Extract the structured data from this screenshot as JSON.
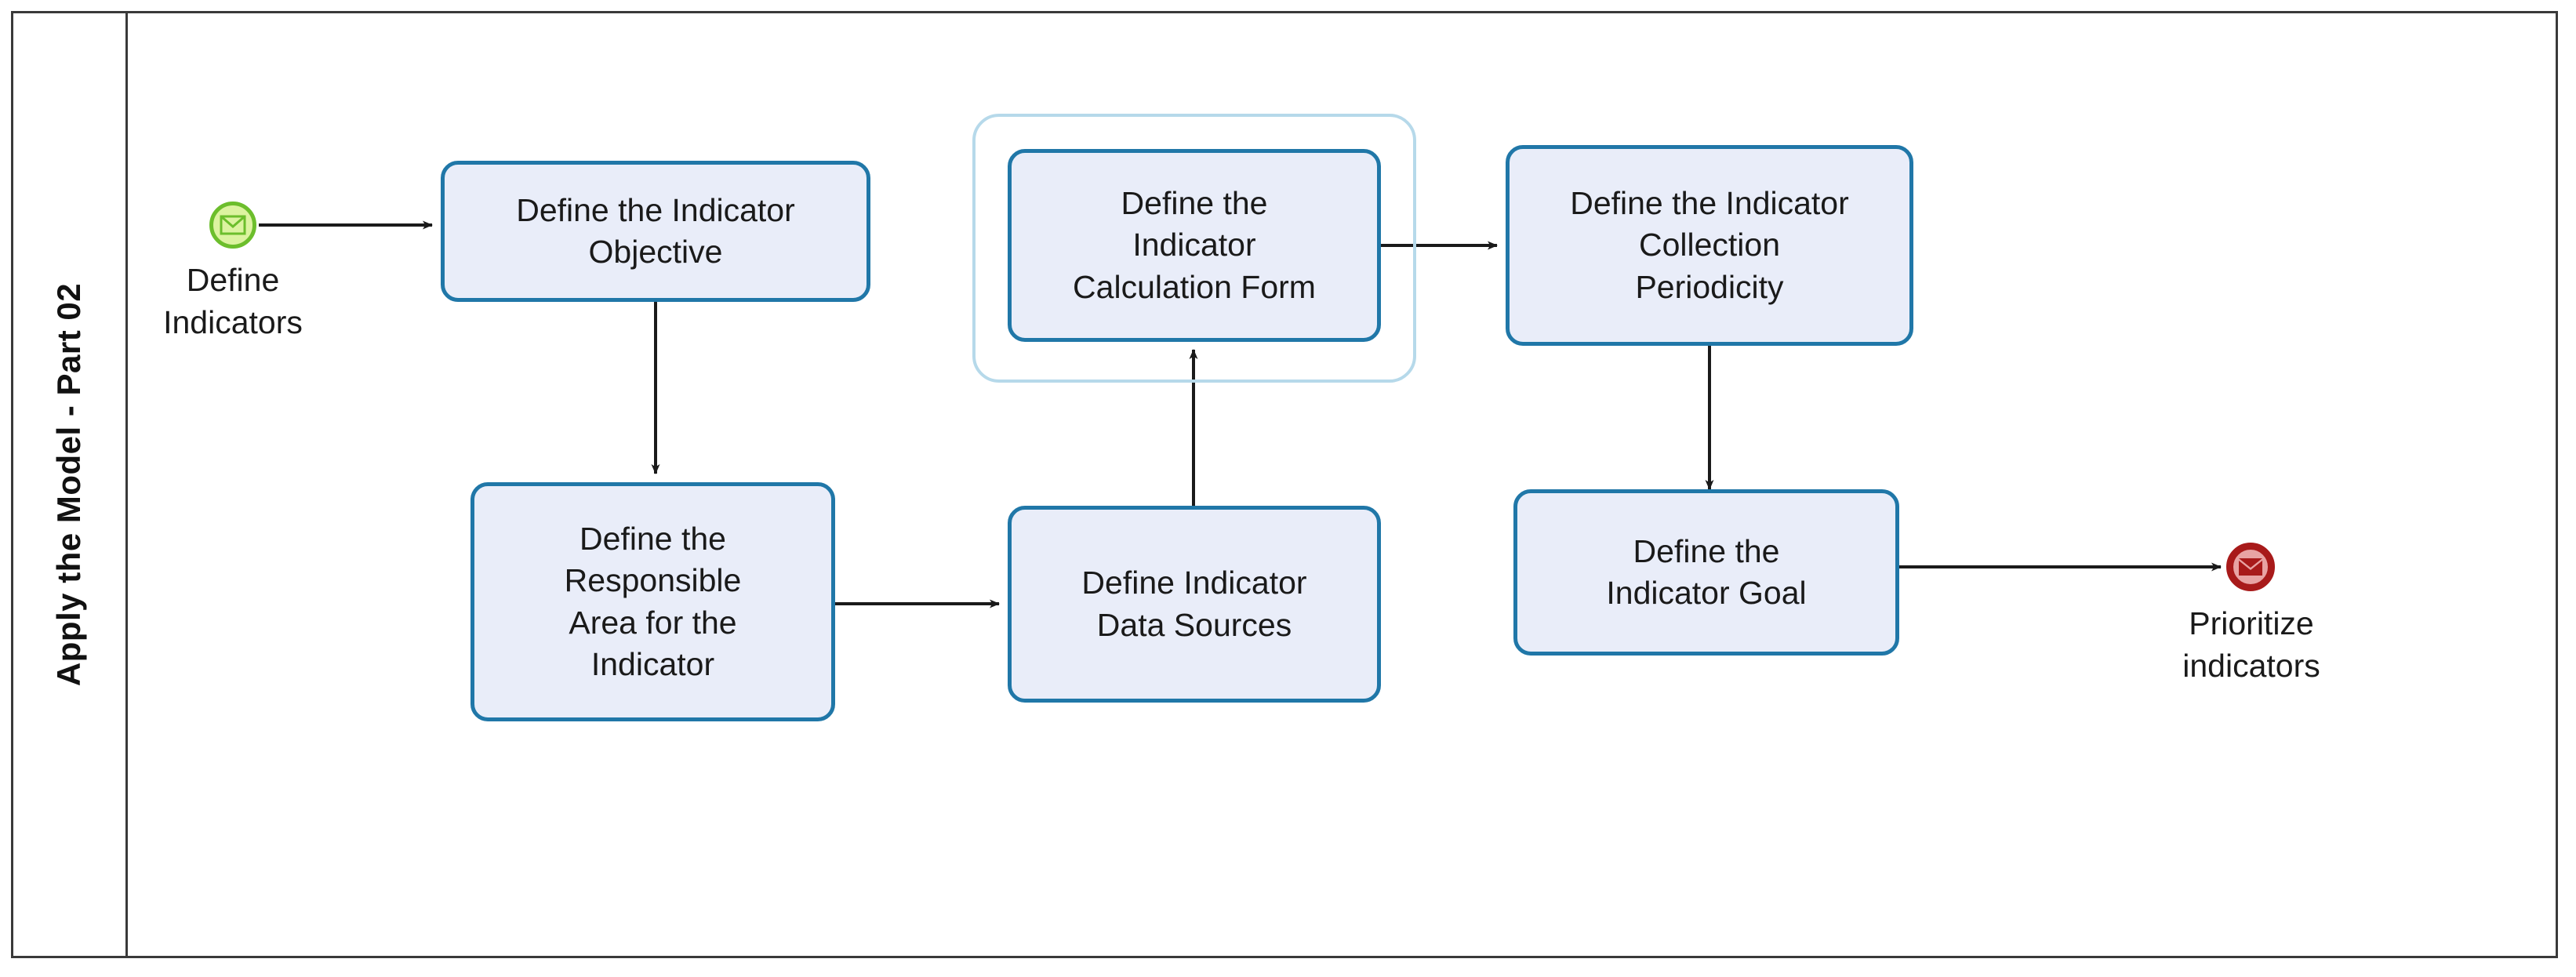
{
  "diagram": {
    "type": "bpmn-process-diagram",
    "lane": {
      "label": "Apply the Model - Part 02"
    },
    "colors": {
      "task_fill": "#E9EDF9",
      "task_border": "#2077A8",
      "selection_halo": "#B6D9EA",
      "start_event_border": "#6CBE2C",
      "start_event_fill": "#DCF3A0",
      "end_event_border": "#A81A1A",
      "end_event_fill": "#E8A3A3",
      "connector": "#3a3a3a",
      "frame": "#3a3a3a"
    },
    "events": [
      {
        "id": "start-define-indicators",
        "kind": "start-message-event",
        "icon": "envelope-icon",
        "caption": "Define\nIndicators"
      },
      {
        "id": "end-prioritize-indicators",
        "kind": "end-message-event",
        "icon": "envelope-icon",
        "caption": "Prioritize\nindicators"
      }
    ],
    "tasks": [
      {
        "id": "define-indicator-objective",
        "label": "Define the Indicator\nObjective",
        "selected": false
      },
      {
        "id": "define-responsible-area",
        "label": "Define the\nResponsible\nArea for the\nIndicator",
        "selected": false
      },
      {
        "id": "define-indicator-calculation-form",
        "label": "Define the\nIndicator\nCalculation Form",
        "selected": true
      },
      {
        "id": "define-indicator-data-sources",
        "label": "Define Indicator\nData Sources",
        "selected": false
      },
      {
        "id": "define-indicator-collection-periodicity",
        "label": "Define the Indicator\nCollection\nPeriodicity",
        "selected": false
      },
      {
        "id": "define-indicator-goal",
        "label": "Define the\nIndicator Goal",
        "selected": false
      }
    ],
    "flows": [
      {
        "from": "start-define-indicators",
        "to": "define-indicator-objective"
      },
      {
        "from": "define-indicator-objective",
        "to": "define-responsible-area"
      },
      {
        "from": "define-responsible-area",
        "to": "define-indicator-data-sources"
      },
      {
        "from": "define-indicator-data-sources",
        "to": "define-indicator-calculation-form"
      },
      {
        "from": "define-indicator-calculation-form",
        "to": "define-indicator-collection-periodicity"
      },
      {
        "from": "define-indicator-collection-periodicity",
        "to": "define-indicator-goal"
      },
      {
        "from": "define-indicator-goal",
        "to": "end-prioritize-indicators"
      }
    ]
  }
}
